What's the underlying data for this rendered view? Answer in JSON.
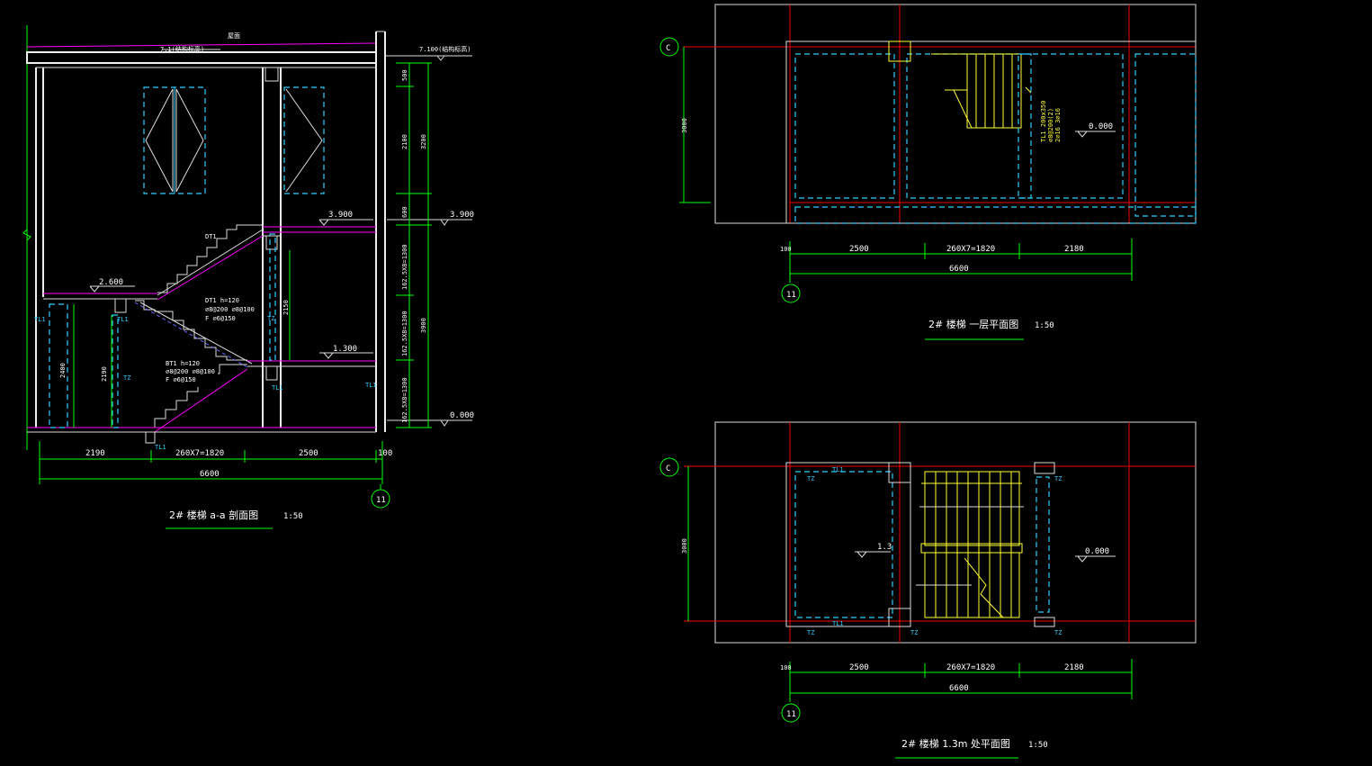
{
  "drawings": {
    "section": {
      "title": "2# 楼梯  a-a 剖面图",
      "scale": "1:50",
      "grid_axis": "11",
      "elev_top_left": "7.1(结构标高)",
      "elev_top_right": "7.100(结构标高)",
      "roof_note": "屋面",
      "elev_3900_inner": "3.900",
      "elev_3900_outer": "3.900",
      "elev_2600": "2.600",
      "elev_1300": "1.300",
      "elev_0": "0.000",
      "dim_bottom": [
        "2190",
        "260X7=1820",
        "2500",
        "100"
      ],
      "dim_total": "6600",
      "dim_right_1": [
        "500",
        "2100",
        "600",
        "162.5X8=1300",
        "162.5X8=1300",
        "162.5X8=1300"
      ],
      "dim_right_2": [
        "3200",
        "3900"
      ],
      "dim_inner": [
        "2400",
        "2190",
        "2150"
      ],
      "tags": {
        "dt1": "DT1",
        "dt1_note_1": "DT1 h=120",
        "dt1_note_2": "⌀8@200 ⌀8@100",
        "dt1_note_3": "F ⌀6@150",
        "bt1_note_1": "BT1 h=120",
        "bt1_note_2": "⌀8@200 ⌀8@100",
        "bt1_note_3": "F ⌀6@150",
        "tl1": "TL1",
        "tz": "TZ"
      }
    },
    "plan_ground": {
      "title": "2# 楼梯  一层平面图",
      "scale": "1:50",
      "axis_c": "C",
      "axis_11": "11",
      "dim_height": "3000",
      "elev": "0.000",
      "tl_note_1": "TL1 200x350",
      "tl_note_2": "⌀8@200(2)",
      "tl_note_3": "2⌀16 3⌀16",
      "dims": [
        "100",
        "2500",
        "260X7=1820",
        "2180"
      ],
      "dim_total": "6600"
    },
    "plan_mid": {
      "title": "2# 楼梯  1.3m 处平面图",
      "scale": "1:50",
      "axis_c": "C",
      "axis_11": "11",
      "dim_height": "3000",
      "elev_mid": "1.3",
      "elev": "0.000",
      "tags": {
        "tz": "TZ",
        "tl1": "TL1"
      },
      "dims": [
        "100",
        "2500",
        "260X7=1820",
        "2180"
      ],
      "dim_total": "6600"
    }
  }
}
